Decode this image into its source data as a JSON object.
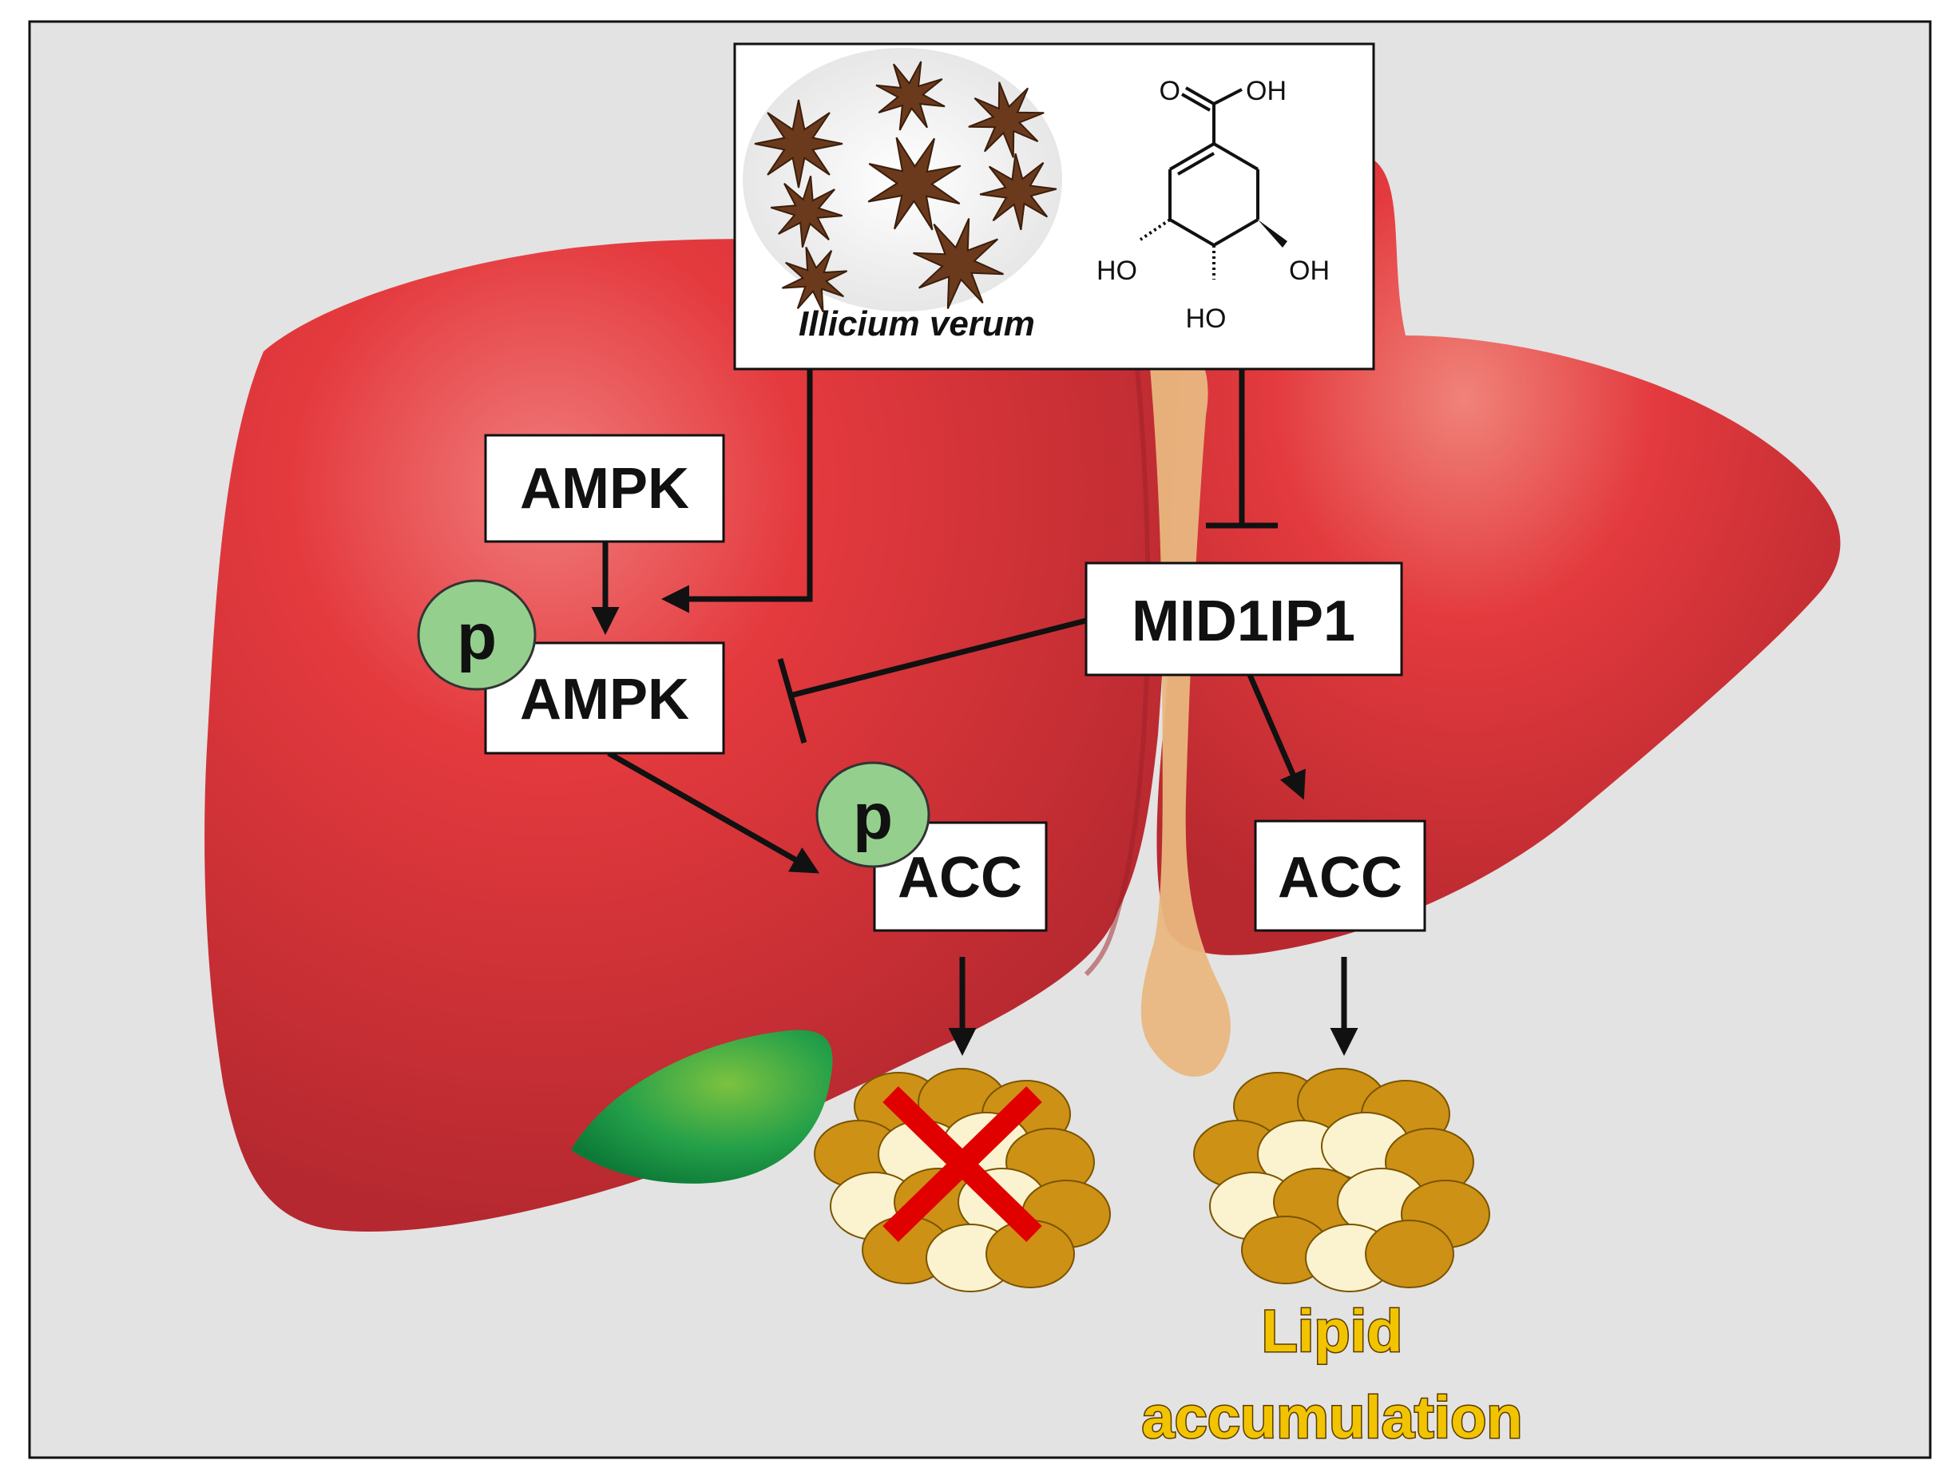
{
  "colors": {
    "background": "#e3e3e3",
    "liver": "#d8303a",
    "gallbladder": "#1fa048",
    "bile_duct": "#e9b77f",
    "phospho_circle": "#95cf8d",
    "lipid_dark": "#cd9116",
    "lipid_light": "#fbf3cf",
    "inhibition_cross": "#e00000",
    "lipid_label": "#f2c400"
  },
  "source_panel": {
    "species_label": "Illicium verum",
    "chem_labels": {
      "carbonyl_o": "O",
      "acid_oh": "OH",
      "left_oh": "HO",
      "right_oh": "OH",
      "bottom_oh": "HO"
    }
  },
  "nodes": {
    "ampk_top": "AMPK",
    "ampk_phospho": "AMPK",
    "mid1ip1": "MID1IP1",
    "acc_phospho": "ACC",
    "acc_right": "ACC"
  },
  "phospho_label": "p",
  "lipid_label": {
    "line1": "Lipid",
    "line2": "accumulation"
  },
  "icons": [
    "star-anise-icon",
    "shikimic-acid-structure-icon",
    "liver-icon",
    "gallbladder-icon",
    "lipid-droplet-icon",
    "red-x-icon"
  ]
}
